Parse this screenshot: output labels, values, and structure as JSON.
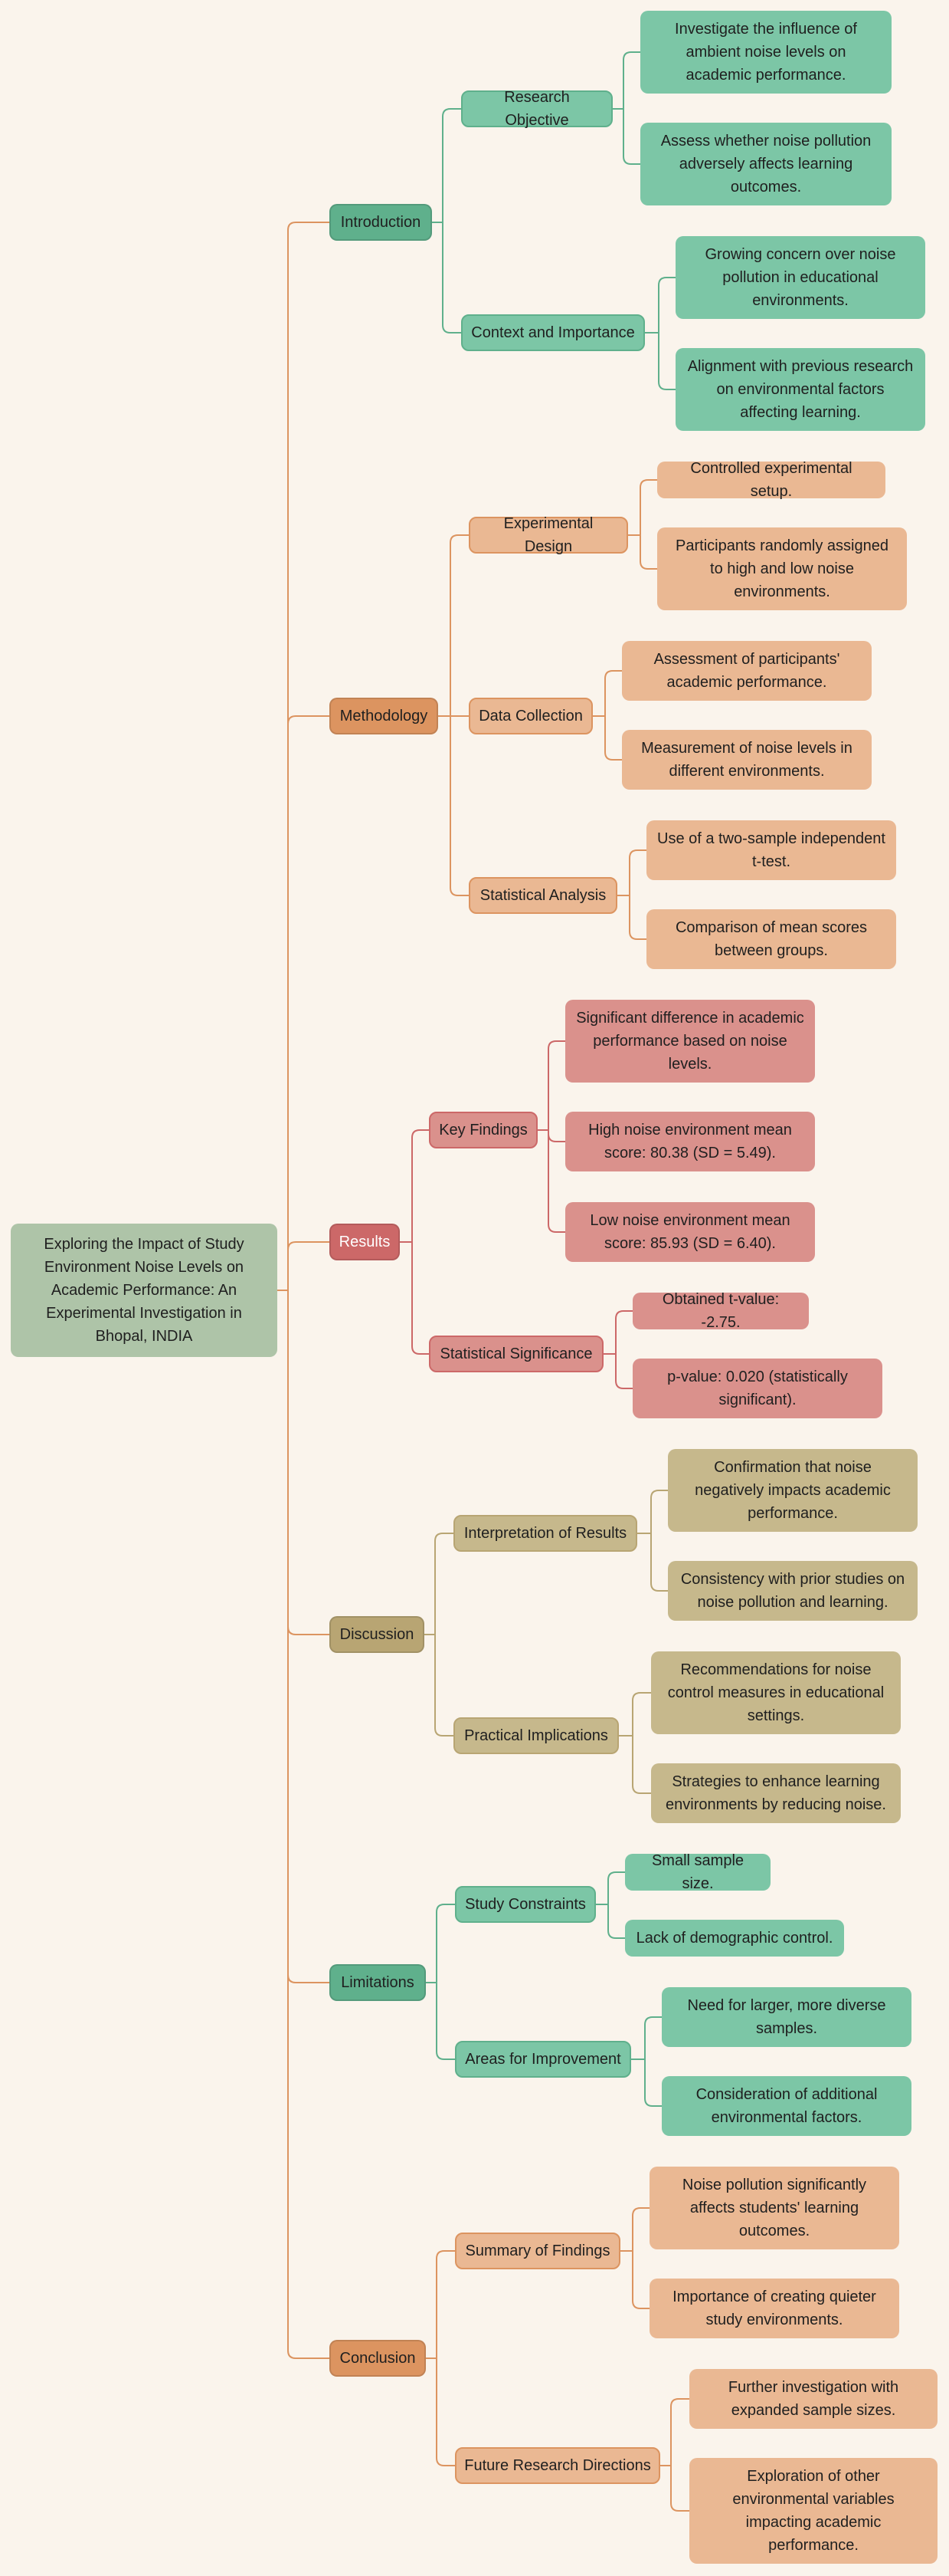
{
  "root": {
    "label": "Exploring the Impact of Study Environment Noise Levels on Academic Performance: An Experimental Investigation in Bhopal, INDIA"
  },
  "introduction": {
    "label": "Introduction",
    "research_objective": {
      "label": "Research Objective",
      "items": [
        "Investigate the influence of ambient noise levels on academic performance.",
        "Assess whether noise pollution adversely affects learning outcomes."
      ]
    },
    "context_importance": {
      "label": "Context and Importance",
      "items": [
        "Growing concern over noise pollution in educational environments.",
        "Alignment with previous research on environmental factors affecting learning."
      ]
    }
  },
  "methodology": {
    "label": "Methodology",
    "experimental_design": {
      "label": "Experimental Design",
      "items": [
        "Controlled experimental setup.",
        "Participants randomly assigned to high and low noise environments."
      ]
    },
    "data_collection": {
      "label": "Data Collection",
      "items": [
        "Assessment of participants' academic performance.",
        "Measurement of noise levels in different environments."
      ]
    },
    "statistical_analysis": {
      "label": "Statistical Analysis",
      "items": [
        "Use of a two-sample independent t-test.",
        "Comparison of mean scores between groups."
      ]
    }
  },
  "results": {
    "label": "Results",
    "key_findings": {
      "label": "Key Findings",
      "items": [
        "Significant difference in academic performance based on noise levels.",
        "High noise environment mean score: 80.38 (SD = 5.49).",
        "Low noise environment mean score: 85.93 (SD = 6.40)."
      ]
    },
    "statistical_significance": {
      "label": "Statistical Significance",
      "items": [
        "Obtained t-value: -2.75.",
        "p-value: 0.020 (statistically significant)."
      ]
    }
  },
  "discussion": {
    "label": "Discussion",
    "interpretation": {
      "label": "Interpretation of Results",
      "items": [
        "Confirmation that noise negatively impacts academic performance.",
        "Consistency with prior studies on noise pollution and learning."
      ]
    },
    "practical": {
      "label": "Practical Implications",
      "items": [
        "Recommendations for noise control measures in educational settings.",
        "Strategies to enhance learning environments by reducing noise."
      ]
    }
  },
  "limitations": {
    "label": "Limitations",
    "constraints": {
      "label": "Study Constraints",
      "items": [
        "Small sample size.",
        "Lack of demographic control."
      ]
    },
    "improvement": {
      "label": "Areas for Improvement",
      "items": [
        "Need for larger, more diverse samples.",
        "Consideration of additional environmental factors."
      ]
    }
  },
  "conclusion": {
    "label": "Conclusion",
    "summary": {
      "label": "Summary of Findings",
      "items": [
        "Noise pollution significantly affects students' learning outcomes.",
        "Importance of creating quieter study environments."
      ]
    },
    "future": {
      "label": "Future Research Directions",
      "items": [
        "Further investigation with expanded sample sizes.",
        "Exploration of other environmental variables impacting academic performance."
      ]
    }
  },
  "colors": {
    "background": "#faf4ec",
    "root": "#aec4a8",
    "green": "#5fb08c",
    "orange": "#dc9460",
    "red": "#cc6868",
    "khaki": "#b8a573"
  }
}
